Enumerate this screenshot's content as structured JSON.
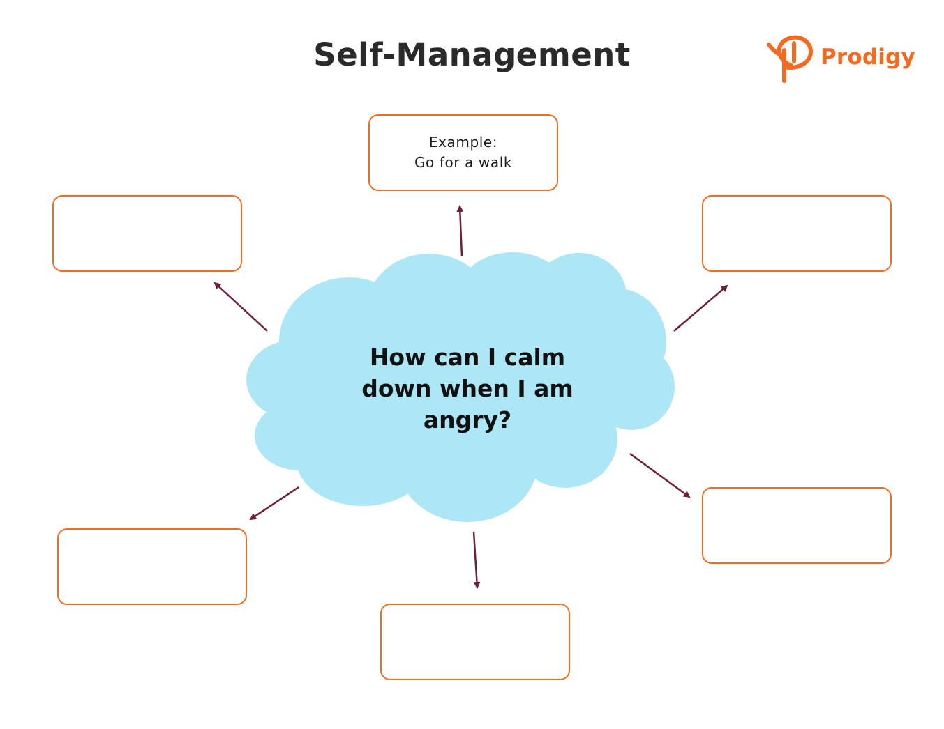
{
  "title": "Self-Management",
  "logo": {
    "text": "Prodigy",
    "icon": "prodigy-logo-icon",
    "color": "#f26b21"
  },
  "center": {
    "question": "How can I calm down when I am angry?",
    "cloud_color": "#ade6f4"
  },
  "boxes": {
    "top": {
      "label": "Example:",
      "value": "Go for a walk"
    },
    "upper_left": {
      "text": ""
    },
    "upper_right": {
      "text": ""
    },
    "lower_left": {
      "text": ""
    },
    "bottom": {
      "text": ""
    },
    "lower_right": {
      "text": ""
    }
  },
  "colors": {
    "box_border": "#f26b21",
    "arrow": "#6b1f3a",
    "title": "#2a2a2a"
  }
}
